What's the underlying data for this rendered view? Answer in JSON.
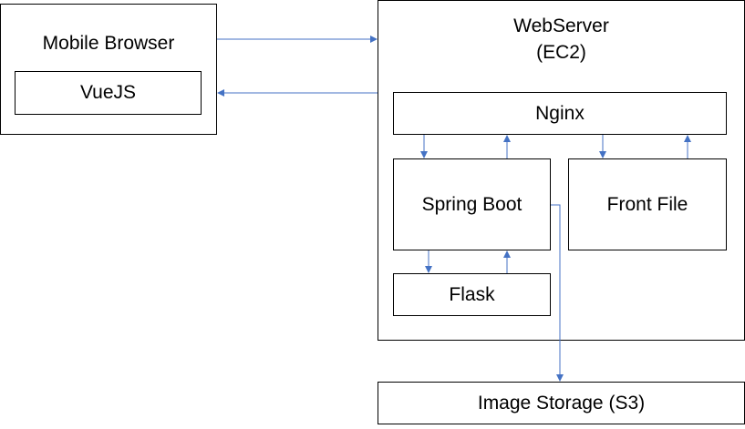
{
  "nodes": {
    "mobile_browser": "Mobile Browser",
    "vuejs": "VueJS",
    "webserver": "WebServer",
    "webserver_sub": "(EC2)",
    "nginx": "Nginx",
    "spring_boot": "Spring Boot",
    "front_file": "Front File",
    "flask": "Flask",
    "image_storage": "Image Storage (S3)"
  },
  "edges": [
    {
      "from": "mobile_browser",
      "to": "webserver"
    },
    {
      "from": "webserver",
      "to": "mobile_browser"
    },
    {
      "from": "nginx",
      "to": "spring_boot"
    },
    {
      "from": "spring_boot",
      "to": "nginx"
    },
    {
      "from": "nginx",
      "to": "front_file"
    },
    {
      "from": "front_file",
      "to": "nginx"
    },
    {
      "from": "spring_boot",
      "to": "flask"
    },
    {
      "from": "flask",
      "to": "spring_boot"
    },
    {
      "from": "spring_boot",
      "to": "image_storage"
    }
  ],
  "colors": {
    "arrow": "#4472c4",
    "border": "#000000",
    "background": "#ffffff"
  }
}
